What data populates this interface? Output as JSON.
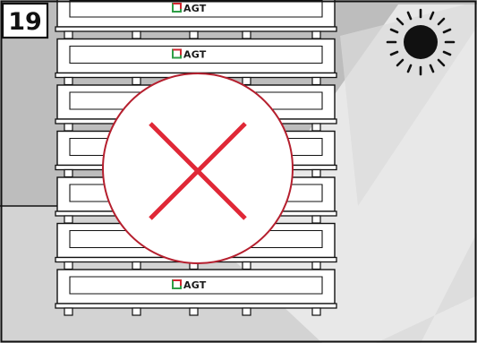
{
  "step_number": "19",
  "brand": {
    "name": "AGT",
    "icon": "agt-logo-icon",
    "accent_color": "#2e9e46",
    "text_color": "#1a1a1a"
  },
  "pallets": {
    "count": 7,
    "labeled_positions": [
      1,
      2,
      7
    ]
  },
  "weather_icon": "sun-icon",
  "prohibition_icon": "cross-mark-icon",
  "colors": {
    "wall": "#bdbdbd",
    "floor": "#d3d3d3",
    "light_beam": "#e7e7e7",
    "outline": "#111111",
    "prohibition_circle": "#b51f2e",
    "prohibition_cross": "#e02837"
  }
}
